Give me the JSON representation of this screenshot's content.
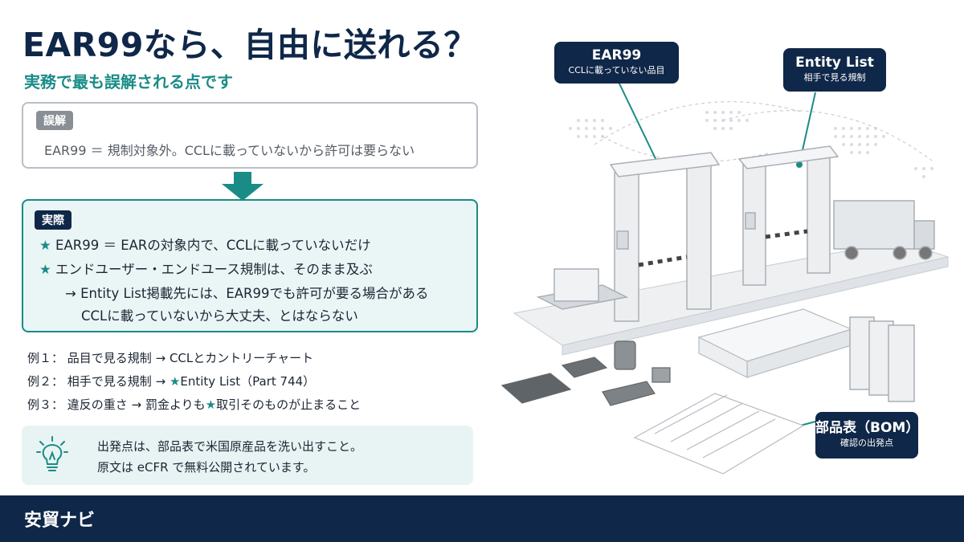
{
  "title": "EAR99なら、自由に送れる？",
  "subtitle": "実務で最も誤解される点です",
  "misconception": {
    "tag": "誤解",
    "text": "EAR99 ＝ 規制対象外。CCLに載っていないから許可は要らない"
  },
  "reality": {
    "tag": "実際",
    "line1": "EAR99 ＝ EARの対象内で、CCLに載っていないだけ",
    "line2": "エンドユーザー・エンドユース規制は、そのまま及ぶ",
    "line3": "→ Entity List掲載先には、EAR99でも許可が要る場合がある",
    "line4": "CCLに載っていないから大丈夫、とはならない"
  },
  "examples": [
    {
      "label": "例１：",
      "topic": "品目で見る規制",
      "result": "CCLとカントリーチャート",
      "starred": false
    },
    {
      "label": "例２：",
      "topic": "相手で見る規制",
      "result": "Entity List（Part 744）",
      "starred": true
    },
    {
      "label": "例３：",
      "topic": "違反の重さ",
      "result_prefix": "罰金よりも",
      "result": "取引そのものが止まること",
      "starred": true
    }
  ],
  "tip": {
    "line1": "出発点は、部品表で米国原産品を洗い出すこと。",
    "line2": "原文は eCFR で無料公開されています。"
  },
  "callouts": {
    "ear99": {
      "title": "EAR99",
      "sub": "CCLに載っていない品目"
    },
    "entity": {
      "title": "Entity List",
      "sub": "相手で見る規制"
    },
    "bom": {
      "title": "部品表（BOM）",
      "sub": "確認の出発点"
    }
  },
  "brand": "安貿ナビ",
  "colors": {
    "navy": "#0f2748",
    "teal": "#1a8c86",
    "grey": "#8a8f96"
  },
  "icons": {
    "tip": "lightbulb-icon",
    "arrow": "down-arrow-icon",
    "star": "star-icon"
  }
}
